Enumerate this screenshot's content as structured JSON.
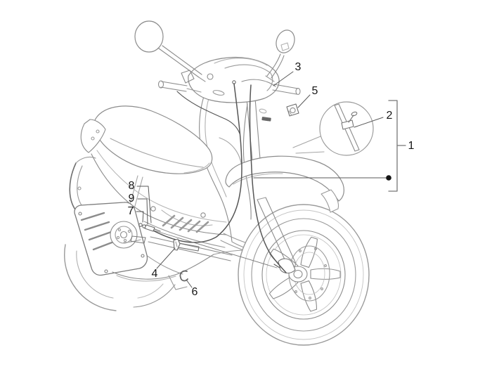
{
  "diagram": {
    "background": "#ffffff",
    "stroke_main": "#8c8c8c",
    "stroke_light": "#bdbdbd",
    "stroke_dark": "#555555",
    "label_color": "#161616",
    "marker_dot_color": "#141414",
    "callouts": [
      {
        "label": "1"
      },
      {
        "label": "2"
      },
      {
        "label": "3"
      },
      {
        "label": "4"
      },
      {
        "label": "5"
      },
      {
        "label": "6"
      },
      {
        "label": "7"
      },
      {
        "label": "8"
      },
      {
        "label": "9"
      }
    ]
  }
}
